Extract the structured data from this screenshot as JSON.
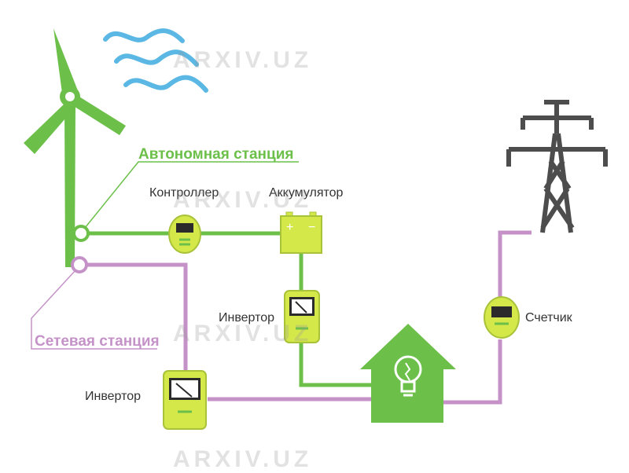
{
  "diagram": {
    "autonomous_station_title": "Автономная станция",
    "grid_station_title": "Сетевая станция",
    "controller_label": "Контроллер",
    "battery_label": "Аккумулятор",
    "inverter_top_label": "Инвертор",
    "inverter_bottom_label": "Инвертор",
    "meter_label": "Счетчик",
    "battery_plus": "+",
    "battery_minus": "−"
  },
  "watermark": {
    "text": "ARXIV.UZ"
  },
  "colors": {
    "green": "#6cc04a",
    "purple": "#c592c8",
    "device_fill": "#d4e84a",
    "device_stroke": "#a8c23a",
    "wind_blue": "#5bb7e3",
    "tower_gray": "#4d4d4d"
  },
  "icons": [
    "wind-turbine-icon",
    "wind-waves-icon",
    "power-tower-icon",
    "house-lightbulb-icon"
  ]
}
